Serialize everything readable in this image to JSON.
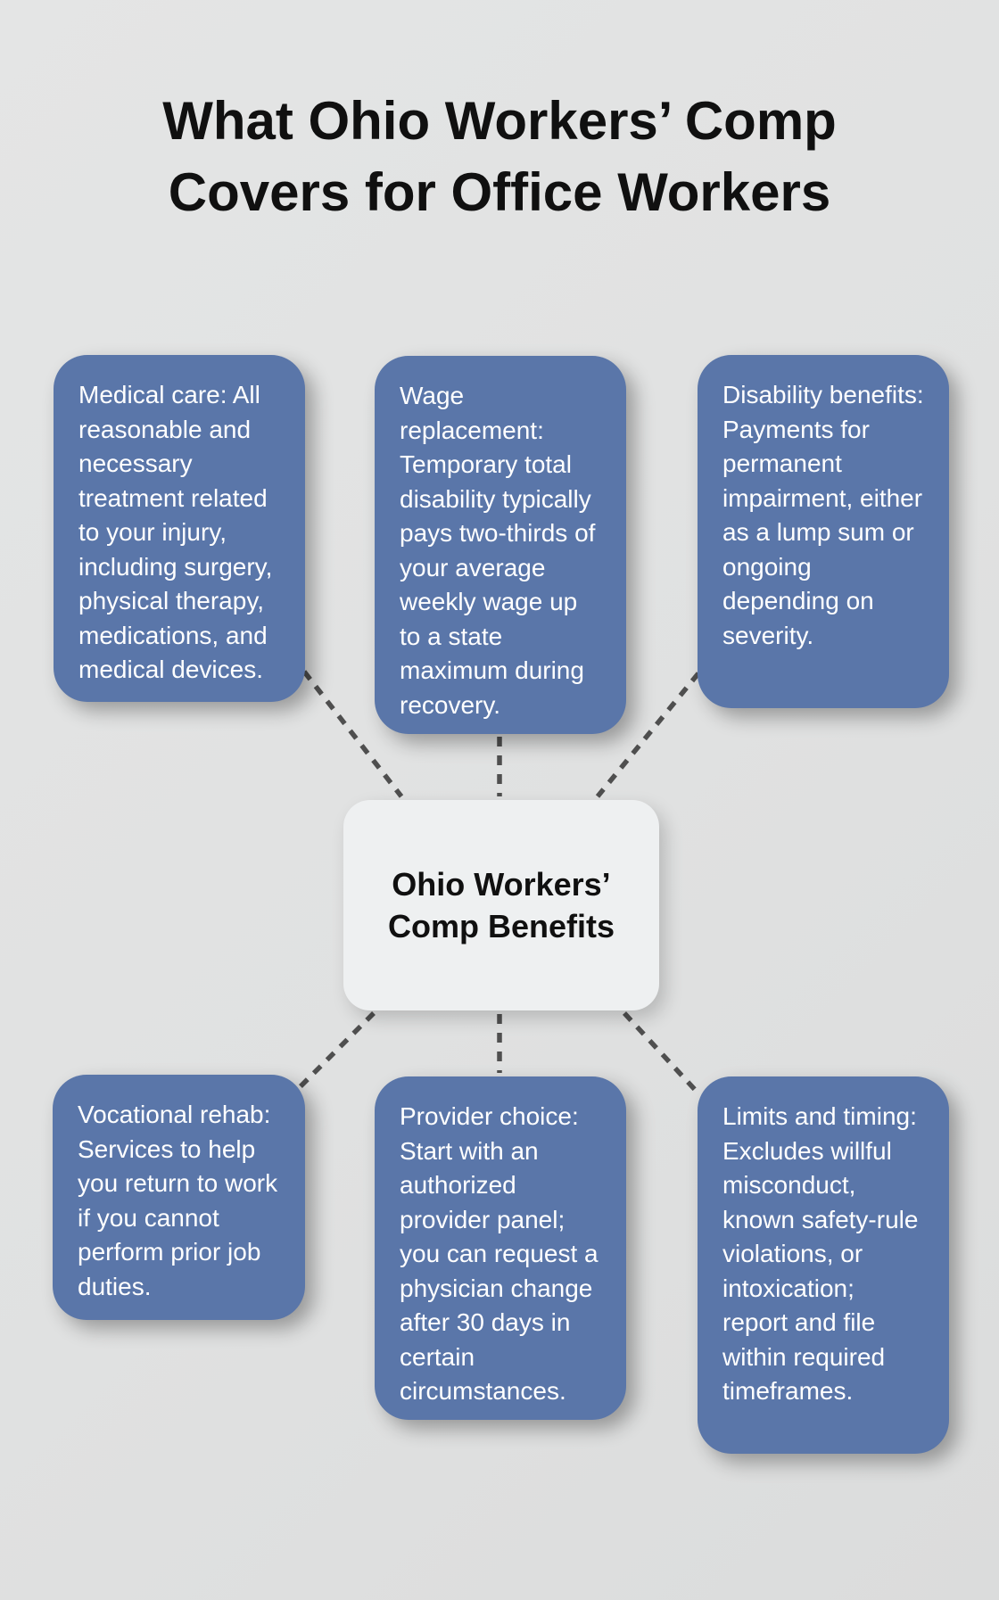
{
  "title": "What Ohio Workers’ Comp Covers for Office Workers",
  "center": {
    "label": "Ohio Workers’ Comp Benefits"
  },
  "nodes": [
    {
      "id": "medical-care",
      "text": "Medical care: All reasonable and necessary treatment related to your injury, including surgery, physical therapy, medications, and medical devices."
    },
    {
      "id": "wage-replacement",
      "text": "Wage replacement: Temporary total disability typically pays two-thirds of your average weekly wage up to a state maximum during recovery."
    },
    {
      "id": "disability-benefits",
      "text": "Disability benefits: Payments for permanent impairment, either as a lump sum or ongoing depending on severity."
    },
    {
      "id": "vocational-rehab",
      "text": "Vocational rehab: Services to help you return to work if you cannot perform prior job duties."
    },
    {
      "id": "provider-choice",
      "text": "Provider choice: Start with an authorized provider panel; you can request a physician change after 30 days in certain circumstances."
    },
    {
      "id": "limits-and-timing",
      "text": "Limits and timing: Excludes willful misconduct, known safety-rule violations, or intoxication; report and file within required timeframes."
    }
  ],
  "colors": {
    "background": "#e0e1e1",
    "node_fill": "#5a76a9",
    "node_text": "#ffffff",
    "center_fill": "#eef0f1",
    "center_text": "#101010",
    "title_text": "#101010",
    "connector": "#4f4f4f"
  }
}
